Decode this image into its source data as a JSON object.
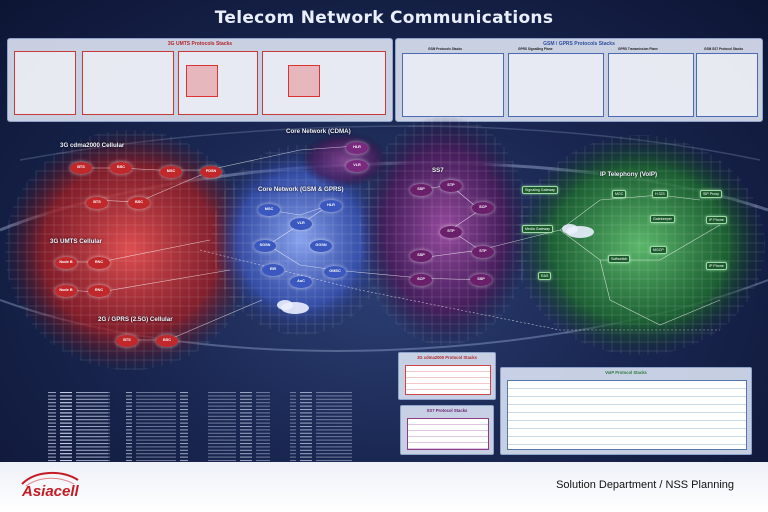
{
  "title": "Telecom Network Communications",
  "panels": {
    "umts_stack": "3G UMTS Protocols Stacks",
    "gsm_stack": "GSM / GPRS Protocols Stacks",
    "gsm_sub": [
      "GSM Protocols Stacks",
      "GPRS Signalling Plane",
      "GPRS Transmission Plane",
      "GSM SS7 Protocol Stacks"
    ]
  },
  "clouds": {
    "cdma": "3G cdma2000 Cellular",
    "umts": "3G UMTS Cellular",
    "gprs": "2G / GPRS (2.5G) Cellular",
    "core_cdma": "Core Network (CDMA)",
    "core_gsm": "Core Network (GSM & GPRS)",
    "ss7": "SS7",
    "voip": "IP Telephony (VoIP)"
  },
  "nodes": {
    "cdma": [
      "BTS",
      "BSC",
      "MSC",
      "PDSN",
      "BTS",
      "BSC"
    ],
    "core_cdma": [
      "HLR",
      "VLR"
    ],
    "umts": [
      "Node B",
      "RNC",
      "Node B",
      "RNC"
    ],
    "gprs": [
      "BTS",
      "BSC"
    ],
    "core_gsm": [
      "MSC",
      "VLR",
      "HLR",
      "SGSN",
      "GGSN",
      "EIR",
      "AuC",
      "GMSC"
    ],
    "ss7": [
      "SSP",
      "STP",
      "SCP",
      "STP",
      "SSP",
      "STP",
      "SCP",
      "SSP"
    ],
    "voip": [
      "Signaling Gateway",
      "MGC",
      "H.323",
      "SIP Proxy",
      "Media Gateway",
      "Gatekeeper",
      "IP Phone",
      "Softswitch",
      "MGCP",
      "RAS",
      "IP Phone"
    ]
  },
  "small_panels": {
    "cdma2000": "3G cdma2000 Protocol Stacks",
    "ss7": "SS7 Protocol Stacks",
    "voip": "VoIP Protocol Stacks"
  },
  "footer": {
    "department": "Solution Department / NSS Planning",
    "logo": "Asiacell"
  },
  "colors": {
    "cdma": "#c0282c",
    "gsm": "#5a78d6",
    "ss7": "#6a1f6b",
    "voip": "#2c7a3b",
    "background": "#1a2752"
  }
}
